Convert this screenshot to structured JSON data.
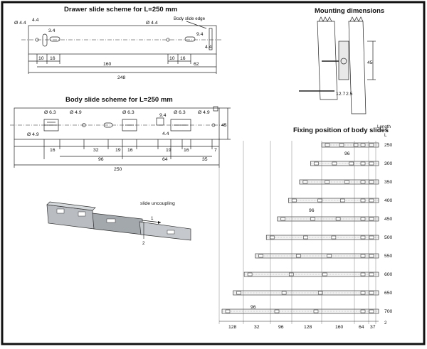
{
  "drawer": {
    "title": "Drawer slide scheme for L=250 mm",
    "edge_label": "Body slide edge",
    "d1": "Ø 4.4",
    "d2": "4.4",
    "d3": "Ø 4.4",
    "h1": "3.4",
    "h2": "4.4",
    "w1": "9.4",
    "a": "10",
    "b": "16",
    "c": "10",
    "d": "16",
    "e": "160",
    "f": "62",
    "g": "248"
  },
  "body": {
    "title": "Body slide scheme for L=250 mm",
    "d1": "Ø 6.3",
    "d2": "Ø 4.9",
    "d3": "Ø 6.3",
    "d4": "Ø 6.3",
    "d5": "Ø 4.9",
    "d6": "Ø 4.9",
    "w": "9.4",
    "h": "4.4",
    "height": "45",
    "a": "16",
    "b": "32",
    "c": "19",
    "d": "16",
    "e": "19",
    "f": "16",
    "g": "7",
    "h2": "96",
    "i": "64",
    "j": "35",
    "k": "250"
  },
  "mounting": {
    "title": "Mounting dimensions",
    "v1": "45",
    "v2": "12.7",
    "v3": "2.5"
  },
  "uncoupling": {
    "label": "slide uncoupling",
    "n1": "2",
    "n2": "1"
  },
  "fixing": {
    "title": "Fixing position of body slides",
    "length_header": "Length",
    "unit": "L",
    "lengths": [
      "250",
      "300",
      "350",
      "400",
      "450",
      "500",
      "550",
      "600",
      "650",
      "700"
    ],
    "dim96": "96",
    "bottom": [
      "128",
      "32",
      "96",
      "128",
      "160",
      "64",
      "37"
    ],
    "bottom_extra": "2"
  }
}
